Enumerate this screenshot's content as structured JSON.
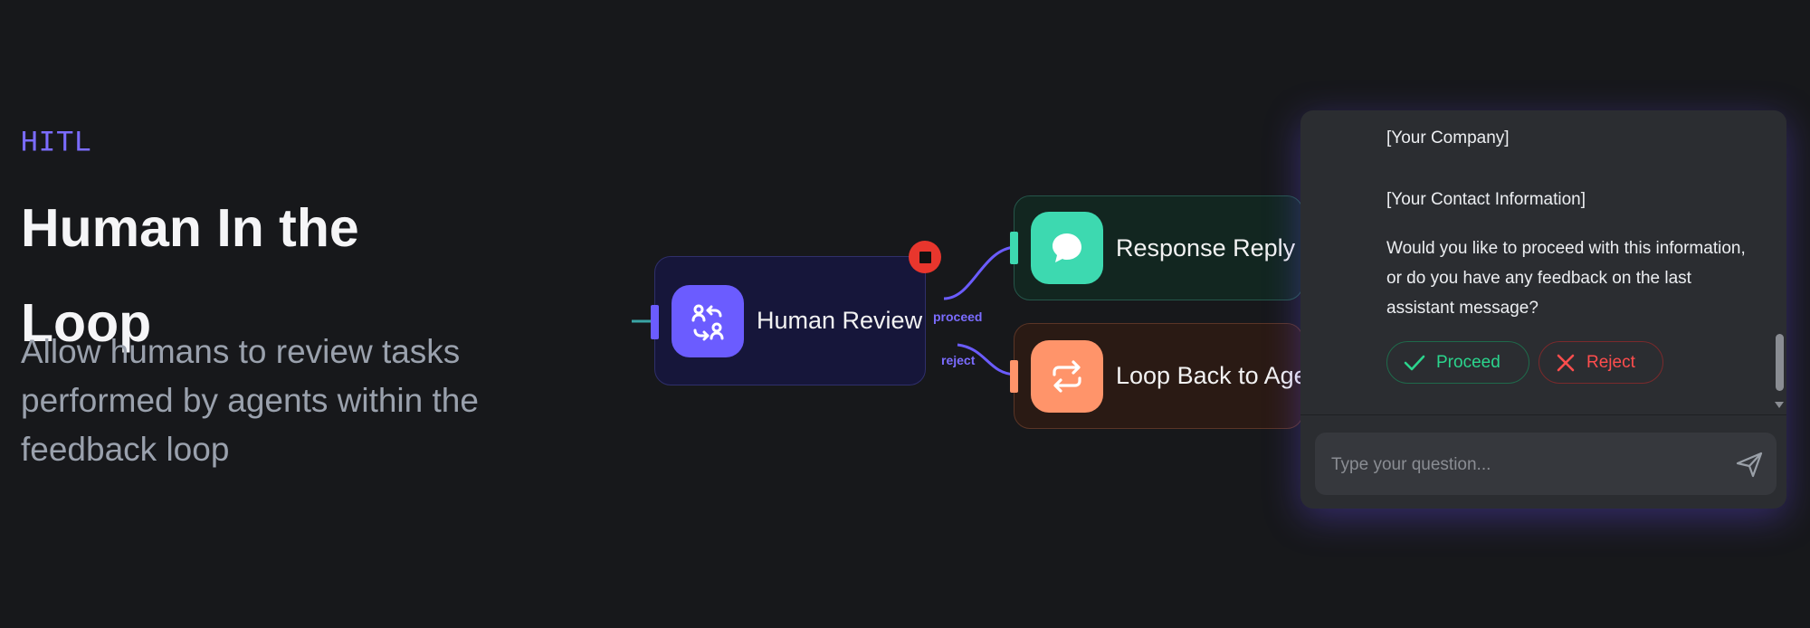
{
  "hero": {
    "tag": "HITL",
    "title": "Human In the Loop",
    "subtitle": "Allow humans to review tasks performed by agents within the feedback loop"
  },
  "flow": {
    "review_node": {
      "label": "Human Review",
      "icon": "user-swap-icon",
      "color": "#6b5cff"
    },
    "reply_node": {
      "label": "Response Reply",
      "icon": "chat-bubble-icon",
      "color": "#3dd9b0"
    },
    "loop_node": {
      "label": "Loop Back to Age",
      "icon": "repeat-icon",
      "color": "#ff946a"
    },
    "edge_proceed": "proceed",
    "edge_reject": "reject",
    "stop_icon": "stop-icon"
  },
  "chat": {
    "line1": "[Your Company]",
    "line2": "[Your Contact Information]",
    "question": "Would you like to proceed with this information, or do you have any feedback on the last assistant message?",
    "proceed_label": "Proceed",
    "reject_label": "Reject",
    "input_placeholder": "Type your question..."
  }
}
